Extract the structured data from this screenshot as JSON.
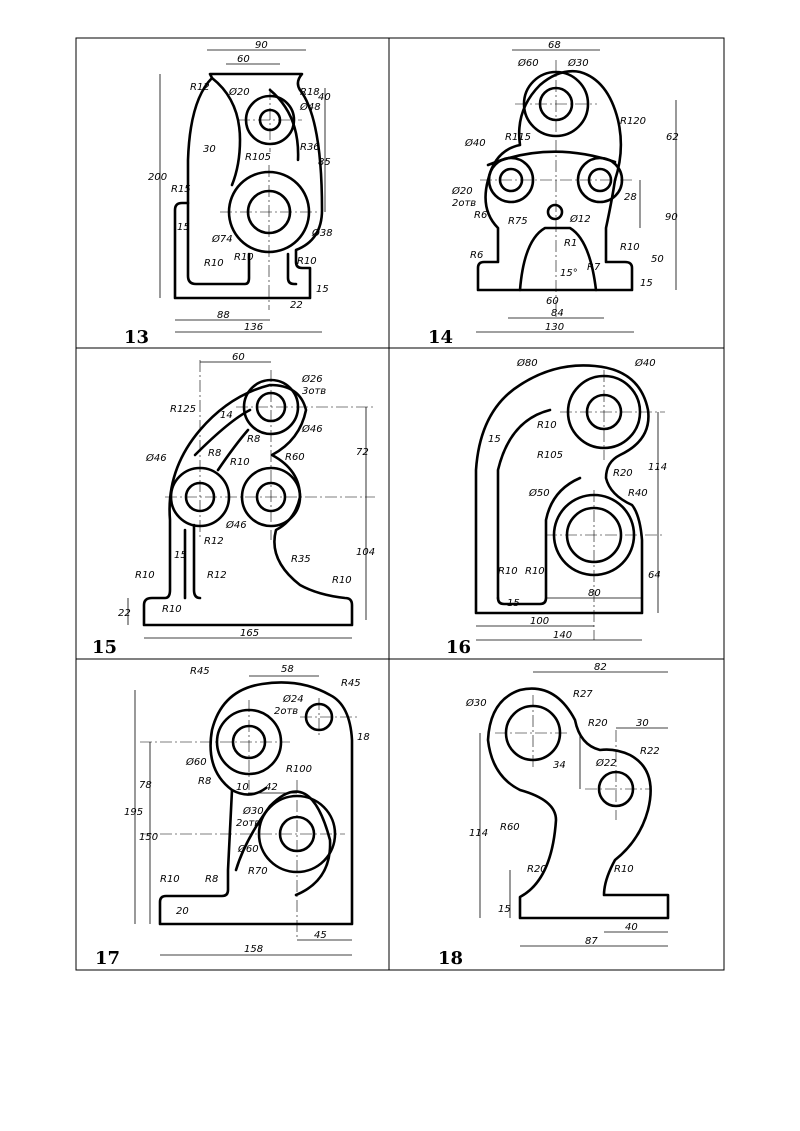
{
  "panels": [
    {
      "number": "13",
      "labels": [
        "90",
        "60",
        "R12",
        "Ø20",
        "R18",
        "40",
        "Ø48",
        "R36",
        "85",
        "200",
        "30",
        "R105",
        "R15",
        "15",
        "Ø74",
        "Ø38",
        "R10",
        "R10",
        "R10",
        "15",
        "22",
        "88",
        "136"
      ]
    },
    {
      "number": "14",
      "labels": [
        "68",
        "Ø60",
        "Ø30",
        "R120",
        "R115",
        "62",
        "Ø40",
        "Ø20",
        "2отв",
        "R6",
        "28",
        "R75",
        "Ø12",
        "90",
        "R1",
        "R10",
        "R6",
        "50",
        "15°",
        "R7",
        "15",
        "60",
        "84",
        "130"
      ]
    },
    {
      "number": "15",
      "labels": [
        "60",
        "Ø26",
        "3отв",
        "R125",
        "14",
        "R8",
        "R8",
        "Ø46",
        "72",
        "R10",
        "R60",
        "Ø46",
        "Ø46",
        "R12",
        "104",
        "15",
        "R35",
        "R10",
        "R12",
        "R10",
        "R10",
        "22",
        "165"
      ]
    },
    {
      "number": "16",
      "labels": [
        "Ø80",
        "Ø40",
        "R10",
        "15",
        "R105",
        "R20",
        "114",
        "Ø50",
        "R40",
        "64",
        "R10",
        "R10",
        "80",
        "15",
        "100",
        "140"
      ]
    },
    {
      "number": "17",
      "labels": [
        "R45",
        "58",
        "R45",
        "Ø24",
        "2отв",
        "18",
        "195",
        "78",
        "Ø60",
        "R8",
        "10",
        "42",
        "R100",
        "150",
        "Ø30",
        "2отв",
        "Ø60",
        "R10",
        "R8",
        "R70",
        "20",
        "45",
        "158"
      ]
    },
    {
      "number": "18",
      "labels": [
        "82",
        "Ø30",
        "R27",
        "R20",
        "30",
        "R22",
        "34",
        "Ø22",
        "114",
        "R60",
        "R20",
        "R10",
        "15",
        "40",
        "87"
      ]
    }
  ]
}
